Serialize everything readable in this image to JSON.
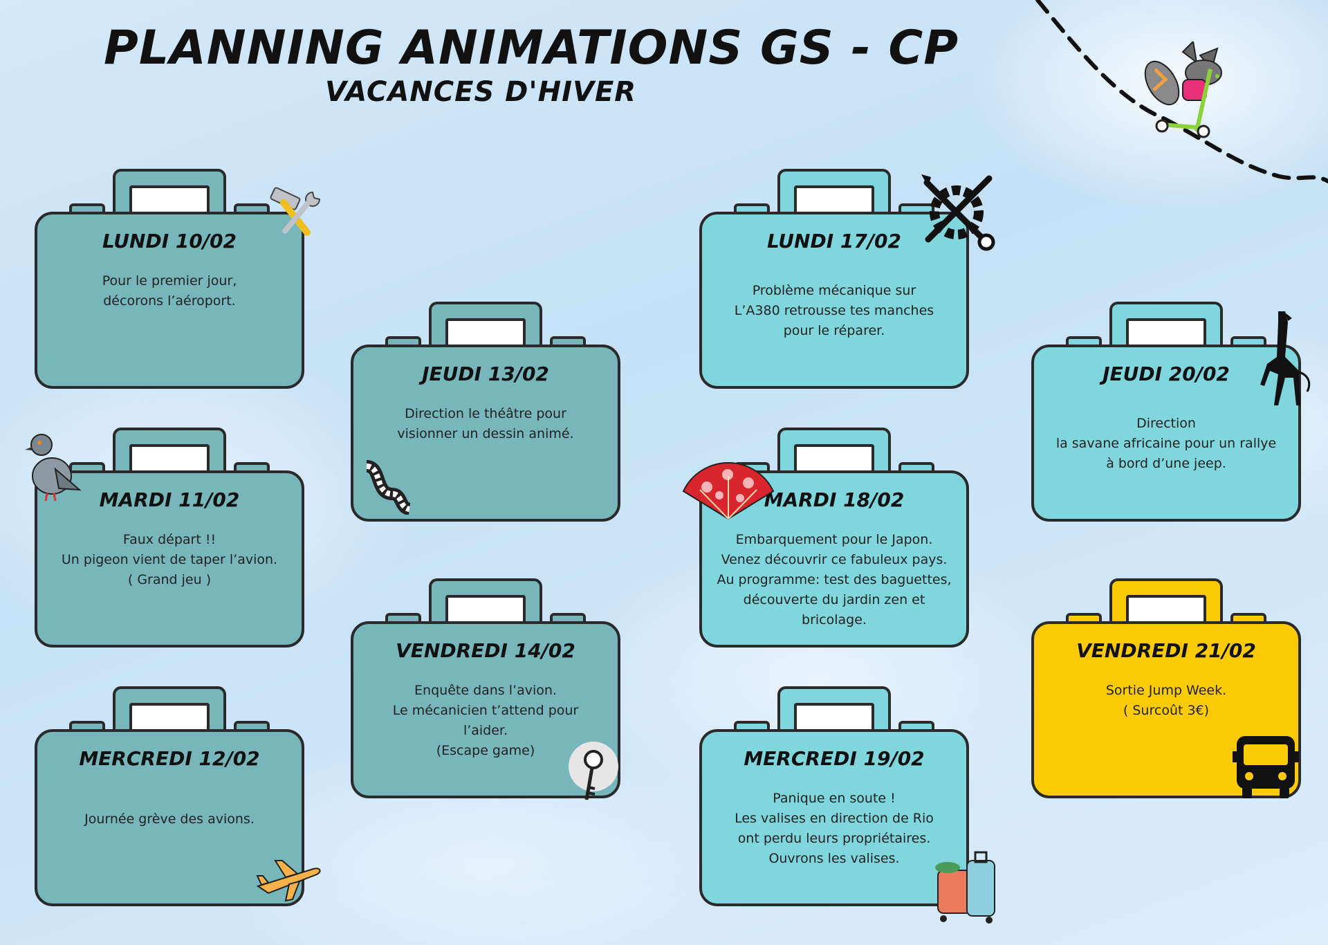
{
  "header": {
    "title": "PLANNING ANIMATIONS GS - CP",
    "subtitle": "VACANCES D'HIVER"
  },
  "days": [
    {
      "day": "LUNDI 10/02",
      "text": "Pour le premier jour,\ndécorons l’aéroport.",
      "color": "#77b6ba",
      "icon": "tools-icon"
    },
    {
      "day": "MARDI 11/02",
      "text": "Faux départ !!\nUn pigeon vient de taper l’avion.\n( Grand jeu )",
      "color": "#77b6ba",
      "icon": "pigeon-icon"
    },
    {
      "day": "MERCREDI 12/02",
      "text": "Journée grève des avions.",
      "color": "#77b6ba",
      "icon": "airplane-icon"
    },
    {
      "day": "JEUDI 13/02",
      "text": "Direction le théâtre pour\nvisionner un dessin animé.",
      "color": "#77b6ba",
      "icon": "film-strip-icon"
    },
    {
      "day": "VENDREDI 14/02",
      "text": "Enquête dans l’avion.\nLe mécanicien t’attend pour\nl’aider.\n(Escape game)",
      "color": "#77b6ba",
      "icon": "key-icon"
    },
    {
      "day": "LUNDI 17/02",
      "text": "Problème mécanique sur\nL’A380 retrousse tes manches\npour le réparer.",
      "color": "#7fd6dd",
      "icon": "wrench-gear-icon"
    },
    {
      "day": "MARDI 18/02",
      "text": "Embarquement pour le Japon.\nVenez découvrir ce fabuleux pays.\nAu programme: test des baguettes,\ndécouverte du jardin zen et bricolage.",
      "color": "#7fd6dd",
      "icon": "fan-icon"
    },
    {
      "day": "MERCREDI 19/02",
      "text": "Panique en soute !\nLes valises en direction de Rio\nont perdu leurs propriétaires.\nOuvrons les valises.",
      "color": "#7fd6dd",
      "icon": "luggage-icon"
    },
    {
      "day": "JEUDI 20/02",
      "text": "Direction\nla savane africaine pour un rallye\nà bord d’une jeep.",
      "color": "#7fd6dd",
      "icon": "giraffe-icon"
    },
    {
      "day": "VENDREDI 21/02",
      "text": "Sortie Jump Week.\n( Surcoût 3€)",
      "color": "#fdcb05",
      "icon": "bus-icon"
    }
  ],
  "decor": {
    "mascot": "fox-on-scooter-icon",
    "path": "dashed-flight-path"
  }
}
